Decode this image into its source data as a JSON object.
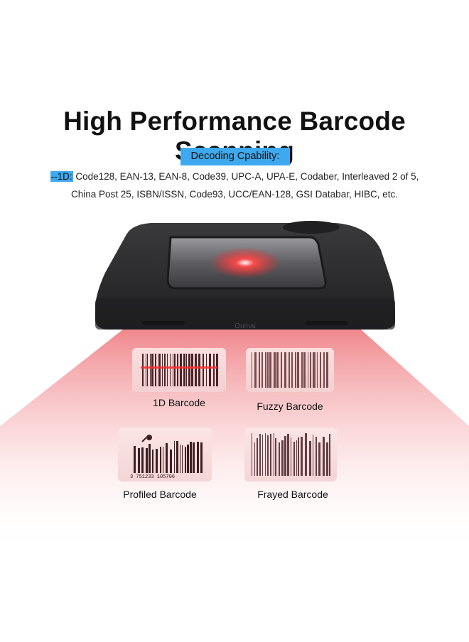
{
  "header": {
    "title": "High Performance Barcode Scanning",
    "badge": "Decoding Cpability:"
  },
  "spec": {
    "prefix": "--1D:",
    "line1": " Code128, EAN-13, EAN-8, Code39, UPC-A, UPA-E, Codaber, Interleaved 2 of 5,",
    "line2": "China Post 25, ISBN/ISSN, Code93, UCC/EAN-128, GSI Databar, HIBC, etc."
  },
  "device": {
    "brand_text": "Oumai"
  },
  "barcodes": {
    "one_d": "1D Barcode",
    "fuzzy": "Fuzzy Barcode",
    "profiled": "Profiled Barcode",
    "frayed": "Frayed Barcode",
    "profiled_digits": "3 751233 105706"
  },
  "colors": {
    "accent_blue": "#3ea9ef",
    "laser_red": "#e8323a",
    "device_black": "#2a2a2c"
  }
}
